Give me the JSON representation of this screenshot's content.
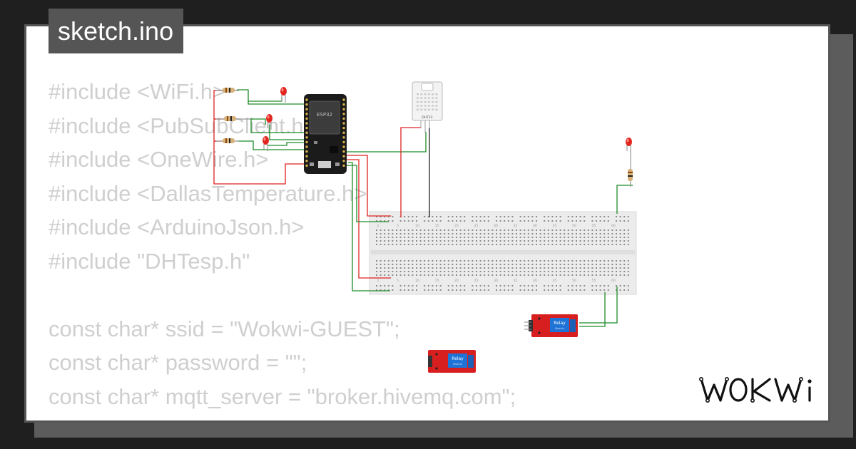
{
  "tab": {
    "filename": "sketch.ino"
  },
  "code_lines": [
    "#include <WiFi.h>",
    "#include <PubSubClient.h>",
    "#include <OneWire.h>",
    "#include <DallasTemperature.h>",
    "#include <ArduinoJson.h>",
    "#include \"DHTesp.h\"",
    "",
    "const char* ssid = \"Wokwi-GUEST\";",
    "const char* password = \"\";",
    "const char* mqtt_server = \"broker.hivemq.com\";"
  ],
  "components": {
    "board_label": "ESP32",
    "sensor_label": "DHT22",
    "relay_label": "Relay",
    "relay_sublabel": "Module",
    "relay_count": 2,
    "led_count": 4,
    "resistor_count": 4
  },
  "breadboard_columns": [
    "1",
    "5",
    "10",
    "15",
    "20",
    "25",
    "30",
    "35",
    "40",
    "45",
    "50",
    "55",
    "60"
  ],
  "logo": {
    "text": "WOKWi"
  },
  "colors": {
    "background": "#1f1f1f",
    "card": "#ffffff",
    "tab_bg": "#555555",
    "code_text": "#cfcfcf",
    "wire_red": "#e02020",
    "wire_green": "#1e8c2a",
    "wire_black": "#222222",
    "relay": "#d81f1f"
  }
}
